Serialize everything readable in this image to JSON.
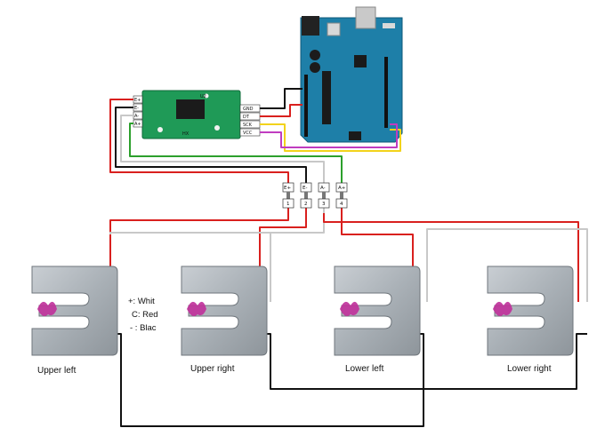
{
  "hx711": {
    "left_pins": [
      "E+",
      "E-",
      "A-",
      "A+"
    ],
    "right_pins": [
      "GND",
      "DT",
      "SCK",
      "VCC"
    ],
    "chip_label": "U2",
    "board_label": "HX"
  },
  "terminal_block": {
    "top_labels": [
      "E+",
      "E-",
      "A-",
      "A+"
    ],
    "bottom_labels": [
      "1",
      "2",
      "3",
      "4"
    ]
  },
  "legend": [
    "+: Whit",
    "C: Red",
    "- : Blac"
  ],
  "load_cells": [
    {
      "caption": "Upper left"
    },
    {
      "caption": "Upper right"
    },
    {
      "caption": "Lower left"
    },
    {
      "caption": "Lower right"
    }
  ],
  "wire_colors": {
    "red": "#d9201e",
    "black": "#111111",
    "white": "#c8c8c8",
    "green": "#2ca02c",
    "yellow": "#f2d31b",
    "magenta": "#c03cc0",
    "orange": "#f08a24"
  },
  "board_colors": {
    "arduino": "#1e7fa8",
    "hx711": "#1f9a57"
  }
}
